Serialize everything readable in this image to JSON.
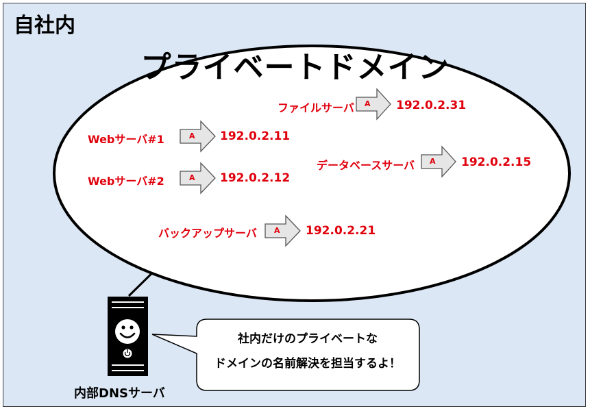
{
  "zone": {
    "title": "自社内"
  },
  "domain": {
    "title": "プライベートドメイン"
  },
  "records": [
    {
      "host": "ファイルサーバ",
      "type": "A",
      "ip": "192.0.2.31"
    },
    {
      "host": "Webサーバ#1",
      "type": "A",
      "ip": "192.0.2.11"
    },
    {
      "host": "データベースサーバ",
      "type": "A",
      "ip": "192.0.2.15"
    },
    {
      "host": "Webサーバ#2",
      "type": "A",
      "ip": "192.0.2.12"
    },
    {
      "host": "バックアップサーバ",
      "type": "A",
      "ip": "192.0.2.21"
    }
  ],
  "server": {
    "label": "内部DNSサーバ",
    "icon": "smiley-server-icon"
  },
  "speech": {
    "line1": "社内だけのプライベートな",
    "line2": "ドメインの名前解決を担当するよ！"
  },
  "colors": {
    "background": "#dbe7f5",
    "record_text": "#e0000c",
    "arrow_fill": "#e6e6e6",
    "server_body": "#000000"
  }
}
